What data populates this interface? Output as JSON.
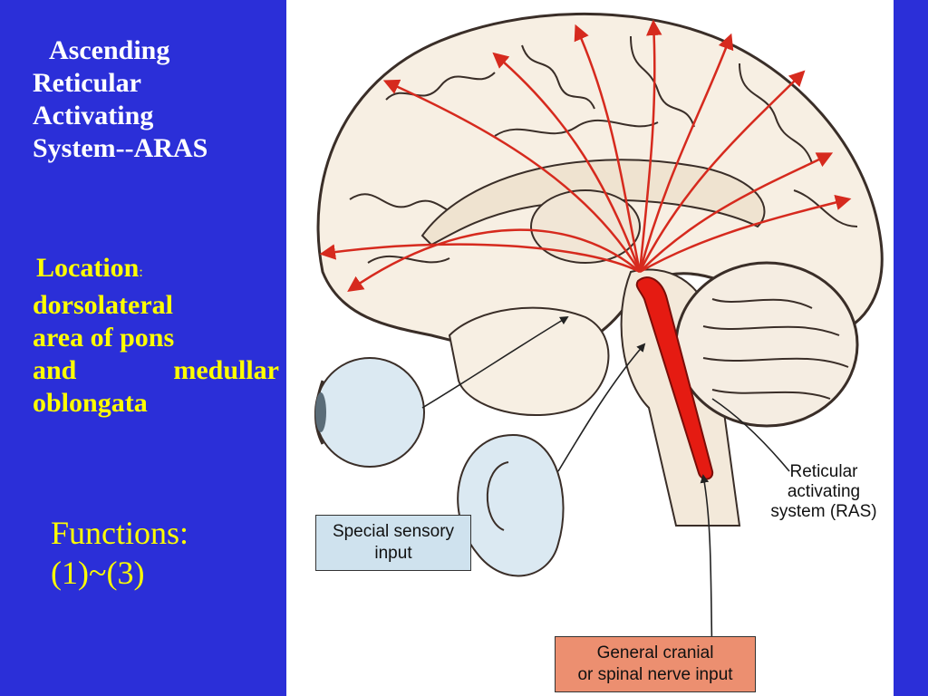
{
  "title": {
    "lines": [
      "Ascending",
      "Reticular",
      "Activating",
      "System--ARAS"
    ]
  },
  "location": {
    "label": "Location",
    "colon": ":",
    "line1": "dorsolateral",
    "line2": "area of pons",
    "line3_left": "and",
    "line3_right": "medullar",
    "line4": "oblongata"
  },
  "functions": {
    "line1": "Functions:",
    "line2": "(1)~(3)"
  },
  "figure": {
    "special_input": [
      "Special sensory",
      "input"
    ],
    "general_input": [
      "General cranial",
      "or spinal nerve input"
    ],
    "ras_label": [
      "Reticular",
      "activating",
      "system (RAS)"
    ],
    "colors": {
      "brain_fill": "#f7efe3",
      "outline": "#3a2e28",
      "arrow": "#d62a1e",
      "ras_fill": "#e51b12",
      "special_box": "#cfe2ee",
      "general_box": "#ec8f70",
      "slide_bg": "#2b2fd8",
      "title_text": "#ffffff",
      "accent_text": "#ffff00"
    }
  }
}
